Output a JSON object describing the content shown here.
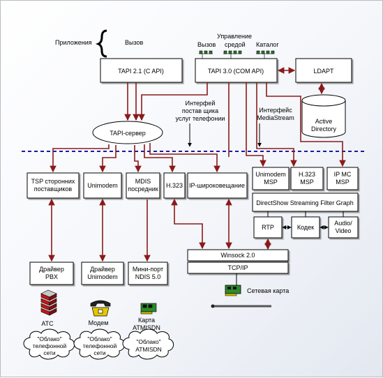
{
  "top": {
    "apps": "Приложения",
    "call": "Вызов",
    "call2": "Вызов",
    "media_mgmt_1": "Управление",
    "media_mgmt_2": "средой",
    "catalog": "Каталог"
  },
  "boxes": {
    "tapi21": "TAPI 2.1 (C API)",
    "tapi30": "TAPI 3.0 (COM API)",
    "ldapt": "LDAPT",
    "ad_1": "Active",
    "ad_2": "Directory",
    "tapi_server": "TAPI-сервер",
    "tsp_1": "TSP сторонних",
    "tsp_2": "поставщиков",
    "unimodem": "Unimodem",
    "ndis_1": "MDIS",
    "ndis_2": "посредник",
    "h323": "H.323",
    "ipbcast": "IP-широковещание",
    "unimodem_msp_1": "Unimodem",
    "unimodem_msp_2": "MSP",
    "h323_msp_1": "H.323",
    "h323_msp_2": "MSP",
    "ipmc_msp_1": "IP MC",
    "ipmc_msp_2": "MSP",
    "directshow": "DirectShow Streaming Filter Graph",
    "rtp": "RTP",
    "codec": "Кодек",
    "av_1": "Audio/",
    "av_2": "Video",
    "winsock": "Winsock 2.0",
    "tcpip": "TCP/IP",
    "drv_pbx_1": "Драйвер",
    "drv_pbx_2": "PBX",
    "drv_uni_1": "Драйвер",
    "drv_uni_2": "Unimodem",
    "miniport_1": "Мини-порт",
    "miniport_2": "NDIS 5.0"
  },
  "labels": {
    "iface_tel_1": "Интерфей",
    "iface_tel_2": "постав щика",
    "iface_tel_3": "услуг телефонии",
    "iface_ms_1": "Интерфейс",
    "iface_ms_2": "MediaStream",
    "netcard": "Сетевая карта",
    "ats": "АТС",
    "modem": "Модем",
    "card_1": "Карта",
    "card_2": "ATMISDN"
  },
  "clouds": {
    "c1_1": "\"Облако\"",
    "c1_2": "телефонной",
    "c1_3": "сети",
    "c2_1": "\"Облако\"",
    "c2_2": "телефонной",
    "c2_3": "сети",
    "c3_1": "\"Облако\"",
    "c3_2": "ATMISDN"
  }
}
